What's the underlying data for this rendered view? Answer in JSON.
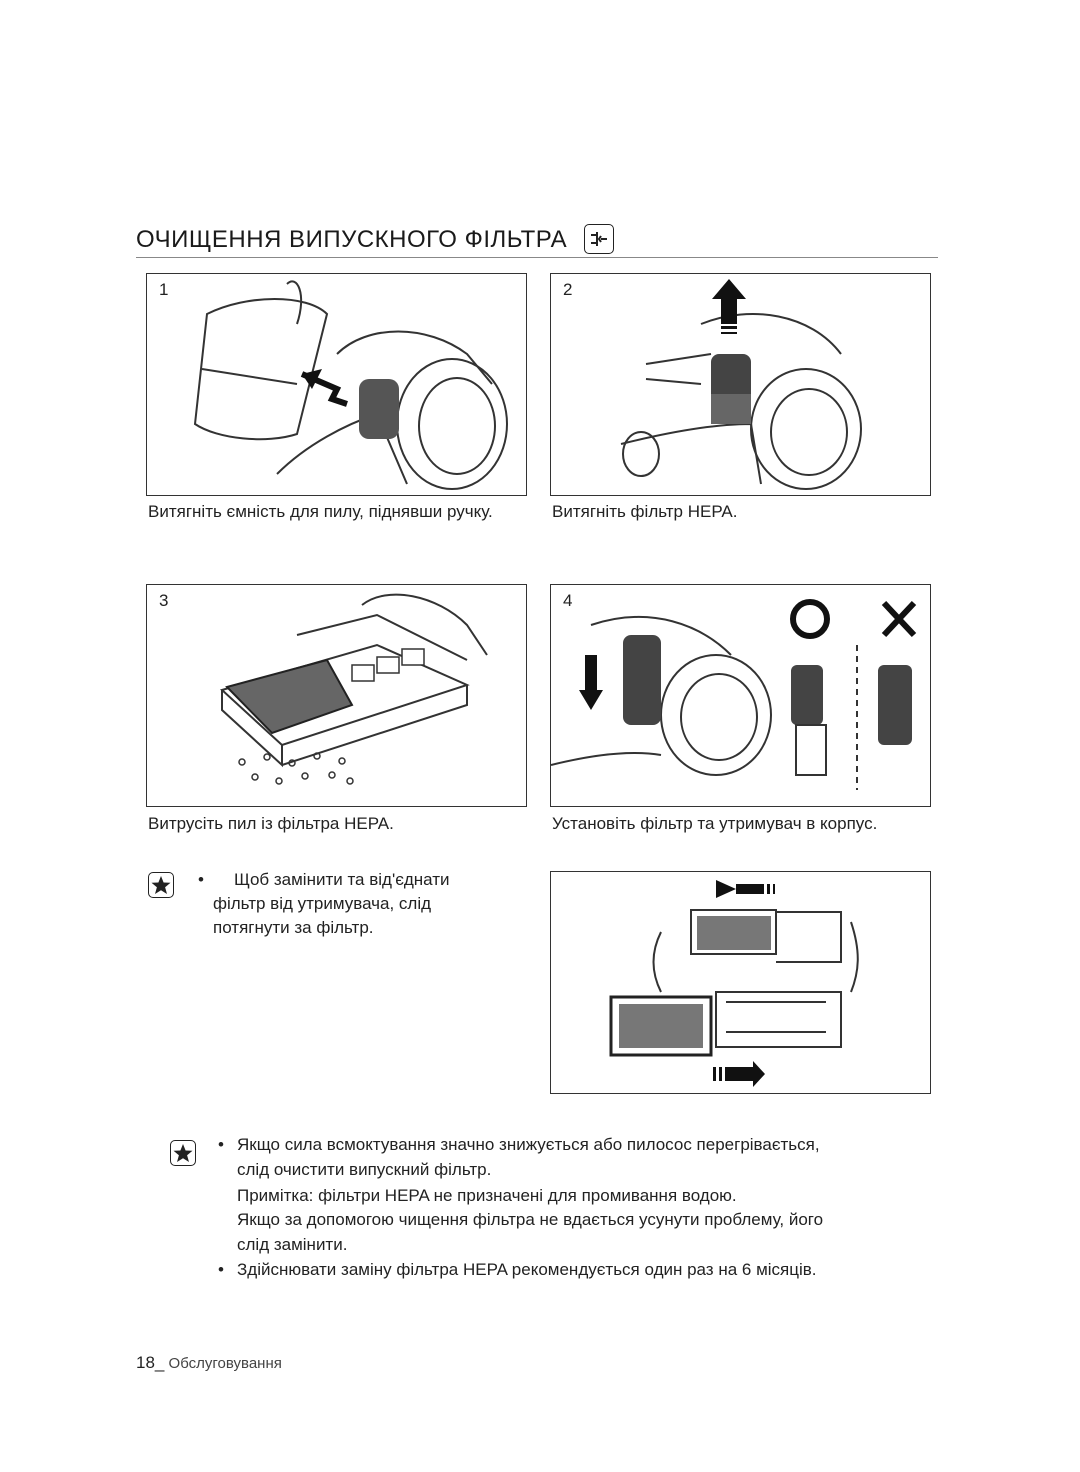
{
  "section": {
    "title": "ОЧИЩЕННЯ ВИПУСКНОГО ФІЛЬТРА",
    "unplug_icon": "plug-icon"
  },
  "steps": [
    {
      "number": "1",
      "caption": "Витягніть ємність для пилу, піднявши ручку."
    },
    {
      "number": "2",
      "caption": "Витягніть фільтр HEPA."
    },
    {
      "number": "3",
      "caption": "Витрусіть пил із фільтра HEPA."
    },
    {
      "number": "4",
      "caption": "Установіть фільтр та утримувач в корпус."
    }
  ],
  "note_small": {
    "icon": "note-icon",
    "line1": "Щоб замінити та від'єднати",
    "line2": "фільтр від утримувача, слід",
    "line3": "потягнути за фільтр."
  },
  "note_main": {
    "icon": "note-icon",
    "b1_line1": "Якщо сила всмоктування значно знижується або пилосос перегрівається,",
    "b1_line2": "слід очистити випускний фільтр.",
    "b1_line3": "Примітка: фільтри HEPA не призначені для промивання водою.",
    "b1_line4": "Якщо за допомогою чищення фільтра не вдається усунути проблему, його",
    "b1_line5": "слід замінити.",
    "b2": "Здійснювати заміну фільтра HEPA рекомендується один раз на 6 місяців."
  },
  "footer": {
    "page": "18_",
    "section": "Обслуговування"
  }
}
